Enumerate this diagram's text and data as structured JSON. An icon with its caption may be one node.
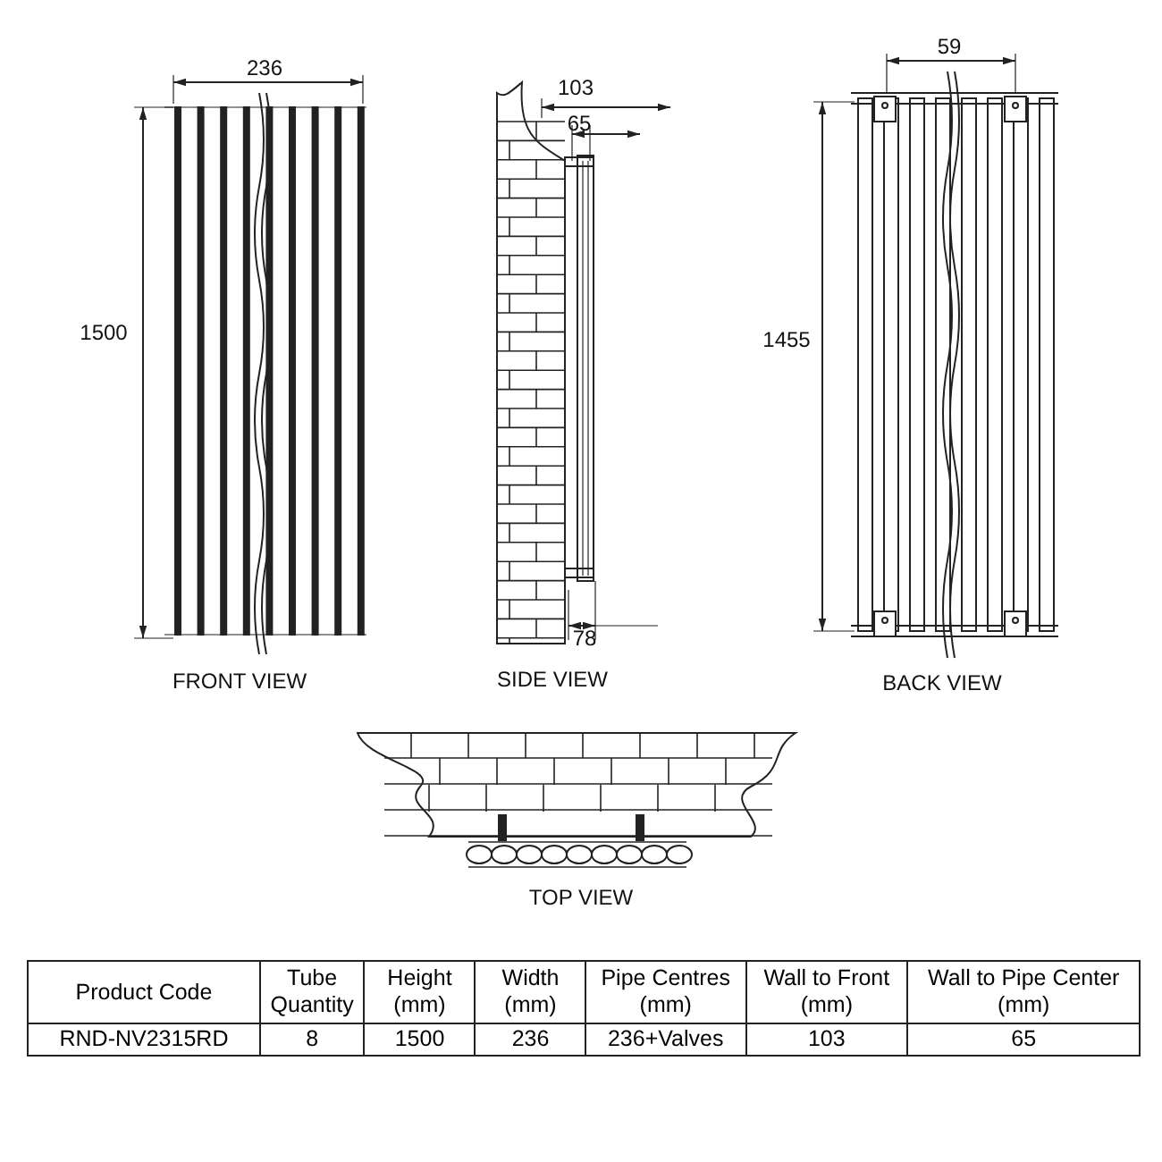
{
  "diagram": {
    "labels": [
      "236",
      "59",
      "103",
      "65",
      "1500",
      "1455",
      "78",
      "FRONT VIEW",
      "SIDE VIEW",
      "BACK VIEW",
      "TOP VIEW",
      "Product Code",
      "Tube Quantity",
      "Height (mm)",
      "Width (mm)",
      "Pipe Centres (mm)",
      "Wall to Front (mm)",
      "Wall to Pipe Center (mm)",
      "RND-NV2315RD",
      "8",
      "1500",
      "236",
      "236+Valves",
      "103",
      "65"
    ]
  }
}
